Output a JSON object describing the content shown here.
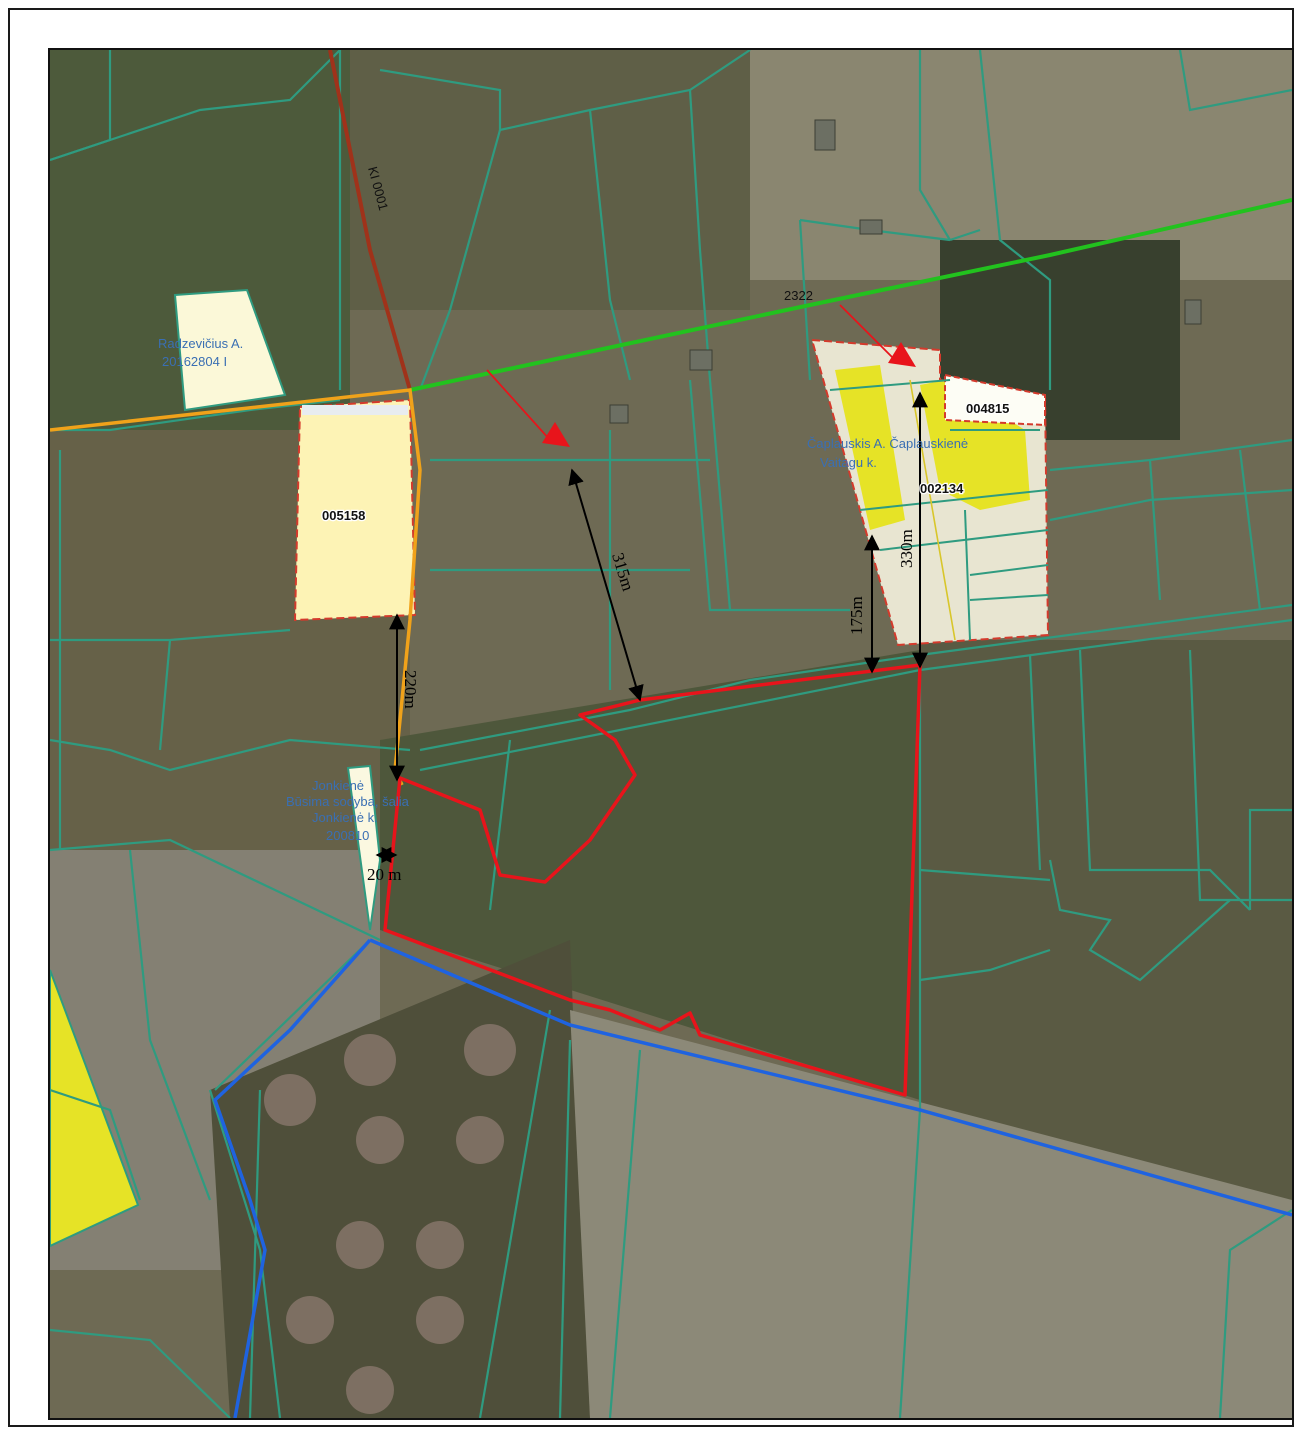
{
  "map": {
    "parcel_codes": {
      "left": "005158",
      "top_right": "004815",
      "right": "002134"
    },
    "road_labels": {
      "north_south": "KI 0001",
      "east_west": "2322"
    },
    "owner_labels": {
      "left_name": "Radzevičius A.",
      "left_number": "20162804 I",
      "right_line1": "Čaplauskis A. Čaplauskienė",
      "right_line2": "Vaitagu k.",
      "bottom_line1": "Jonkienė",
      "bottom_line2": "Būsima sodyba, šalia",
      "bottom_line3": "Jonkienė k.",
      "bottom_line4": "200810"
    },
    "distances": {
      "d220": "220m",
      "d315": "315m",
      "d175": "175m",
      "d330": "330m",
      "d20": "20 m"
    },
    "colors": {
      "site_boundary": "#e8141b",
      "cadastral_line": "#2f9b80",
      "road_green": "#22c21e",
      "road_red": "#a0321a",
      "road_orange": "#f0a21a",
      "river_blue": "#1f63e0",
      "parcel_fill": "#fdf3b5",
      "crop_yellow": "#e6e326"
    }
  }
}
